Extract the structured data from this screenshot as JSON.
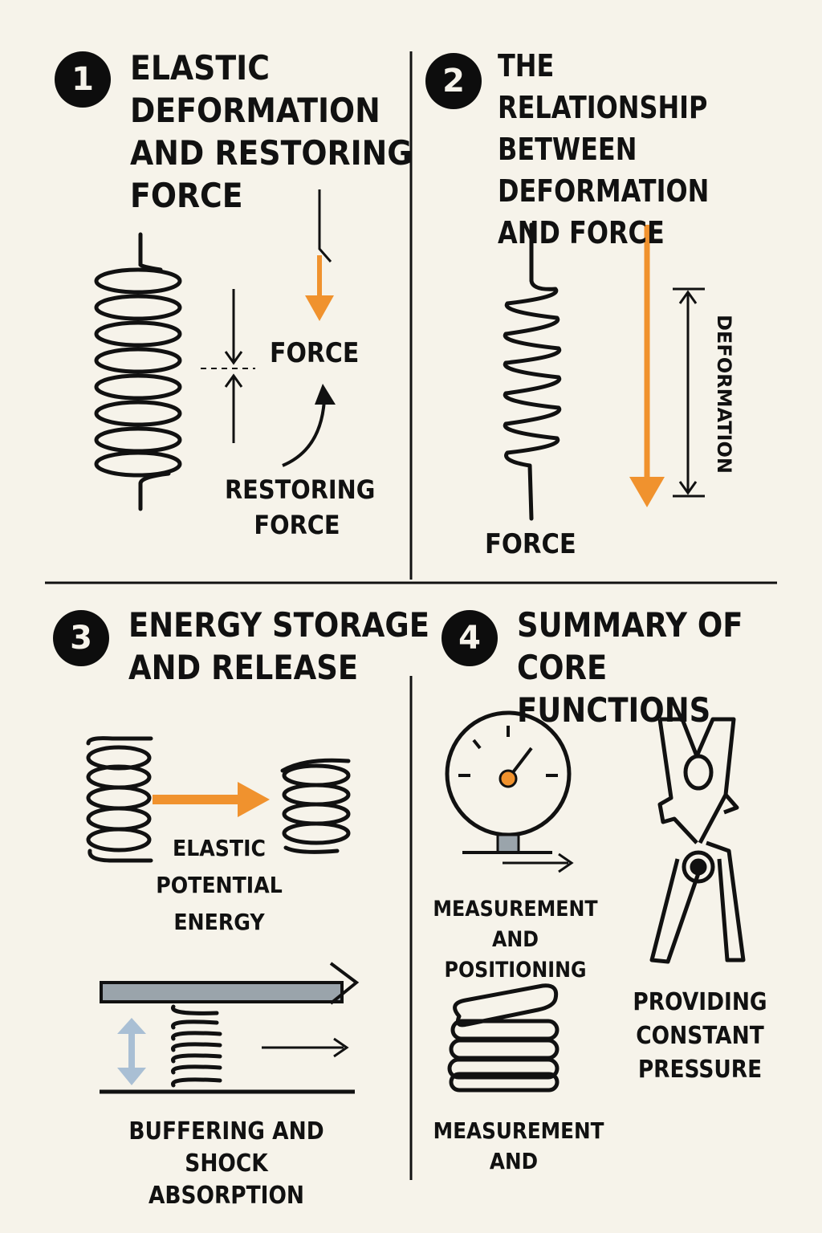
{
  "colors": {
    "background": "#f6f3ea",
    "ink": "#111111",
    "accent": "#f0922e",
    "steel": "#9aa4ab",
    "soft_blue": "#a9bfd4"
  },
  "sections": [
    {
      "number": "1",
      "title": "ELASTIC\nDEFORMATION\nAND RESTORING\nFORCE",
      "labels": {
        "force": "FORCE",
        "restoring": "RESTORING\nFORCE"
      }
    },
    {
      "number": "2",
      "title": "THE RELATIONSHIP\nBETWEEN\nDEFORMATION\nAND FORCE",
      "labels": {
        "force": "FORCE",
        "deformation": "DEFORMATION"
      }
    },
    {
      "number": "3",
      "title": "ENERGY STORAGE\nAND RELEASE",
      "labels": {
        "energy": "ELASTIC\nPOTENTIAL\nENERGY",
        "buffering": "BUFFERING AND\nSHOCK ABSORPTION"
      }
    },
    {
      "number": "4",
      "title": "SUMMARY OF\nCORE FUNCTIONS",
      "labels": {
        "measurement": "MEASUREMENT\nAND POSITIONING",
        "pressure": "PROVIDING\nCONSTANT\nPRESSURE",
        "measurement2": "MEASUREMENT\nAND"
      }
    }
  ],
  "icons": [
    "coil-spring-icon",
    "zigzag-spring-icon",
    "gauge-icon",
    "clothespin-icon",
    "flat-spring-stack-icon"
  ]
}
